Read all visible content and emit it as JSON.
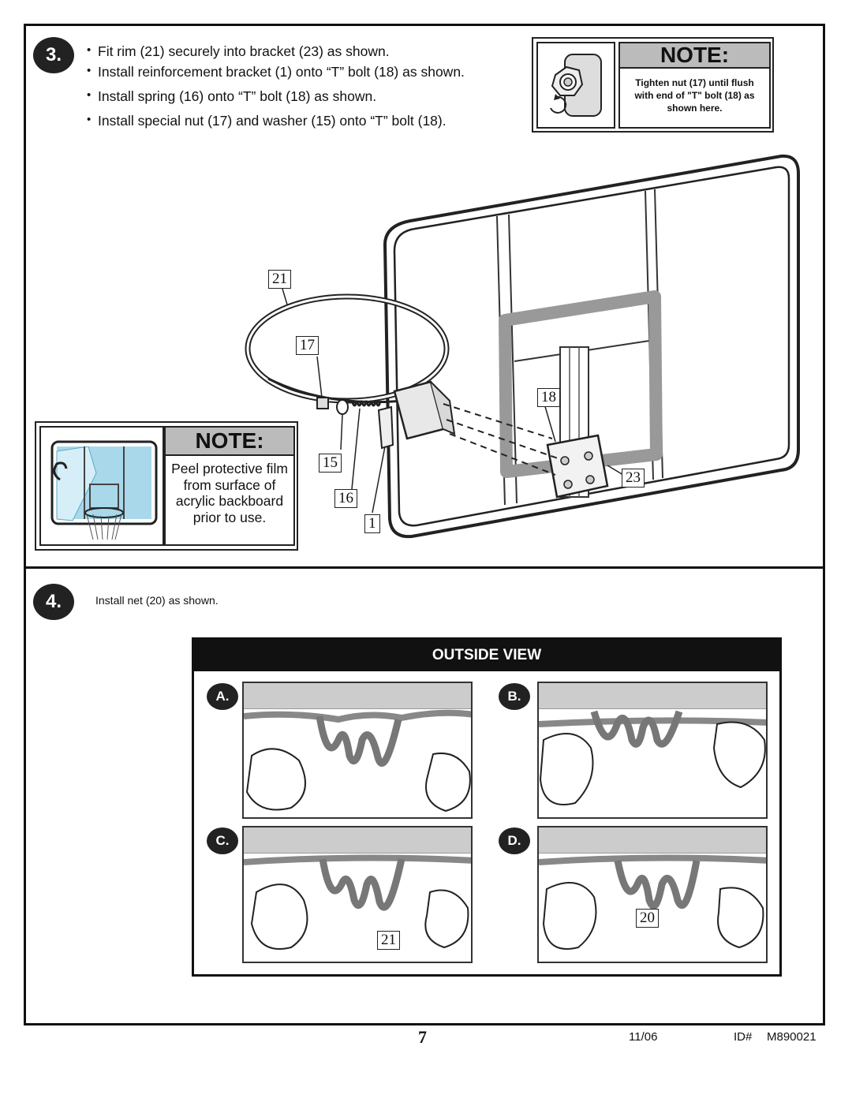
{
  "step3": {
    "number": "3.",
    "bullets": [
      "Fit rim (21) securely into bracket (23) as shown.",
      "Install reinforcement bracket (1) onto “T” bolt (18) as shown.",
      "Install spring (16) onto “T” bolt (18) as shown.",
      "Install special nut (17) and washer (15) onto “T” bolt (18)."
    ],
    "note_top": {
      "title": "NOTE:",
      "text": "Tighten nut (17) until flush with end of \"T\" bolt (18) as shown here."
    },
    "note_left": {
      "title": "NOTE:",
      "text": "Peel protective film from surface of acrylic backboard prior to use."
    },
    "callouts": [
      "21",
      "17",
      "18",
      "15",
      "23",
      "16",
      "1"
    ]
  },
  "step4": {
    "number": "4.",
    "text": "Install net (20) as shown.",
    "view_title": "OUTSIDE VIEW",
    "panels": [
      {
        "letter": "A."
      },
      {
        "letter": "B."
      },
      {
        "letter": "C.",
        "callout": "21"
      },
      {
        "letter": "D.",
        "callout": "20"
      }
    ]
  },
  "footer": {
    "page": "7",
    "date": "11/06",
    "id_label": "ID#",
    "id_value": "M890021"
  }
}
